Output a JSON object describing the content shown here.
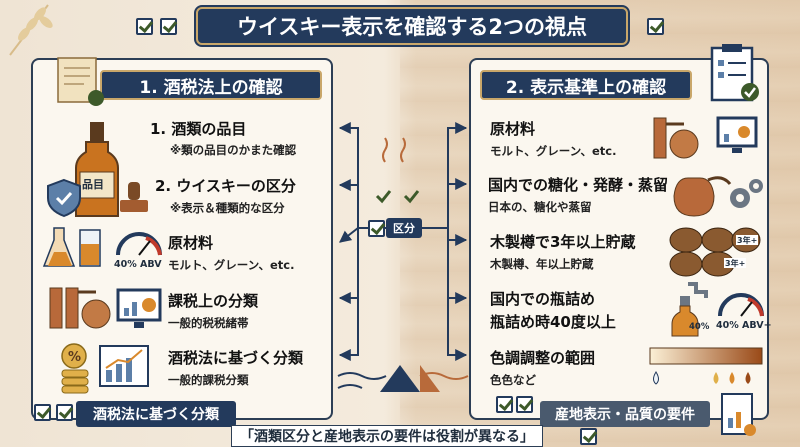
{
  "title": "ウイスキー表示を確認する2つの視点",
  "left": {
    "header": "1. 酒税法上の確認",
    "items": [
      {
        "title": "1. 酒類の品目",
        "sub": "※類の品目のかまた確認"
      },
      {
        "title": "2. ウイスキーの区分",
        "sub": "※表示＆種類的な区分"
      },
      {
        "title": "原材料",
        "sub": "モルト、グレーン、etc."
      },
      {
        "title": "課税上の分類",
        "sub": "一般的税税緒帯"
      },
      {
        "title": "酒税法に基づく分類",
        "sub": "一般的課税分類"
      }
    ],
    "banner": "酒税法に基づく分類",
    "bottle_label": "品目",
    "abv_label": "40% ABV"
  },
  "right": {
    "header": "2. 表示基準上の確認",
    "items": [
      {
        "title": "原材料",
        "sub": "モルト、グレーン、etc."
      },
      {
        "title": "国内での糖化・発酵・蒸留",
        "sub": "日本の、糖化や蒸留"
      },
      {
        "title": "木製樽で3年以上貯蔵",
        "sub": "木製樽、年以上貯蔵"
      },
      {
        "title": "国内での瓶詰め",
        "sub": "瓶詰め時40度以上"
      },
      {
        "title": "色調調整の範囲",
        "sub": "色色など"
      }
    ],
    "banner": "産地表示・品質の要件",
    "barrel_label": "3年+",
    "bottle_pct": "40%",
    "abv_label": "40% ABV+"
  },
  "center_label": "区分",
  "footer": "「酒類区分と産地表示の要件は役割が異なる」",
  "colors": {
    "navy": "#233a5c",
    "gold": "#c9a76a",
    "copper": "#b8693a",
    "amber": "#d9892c"
  }
}
